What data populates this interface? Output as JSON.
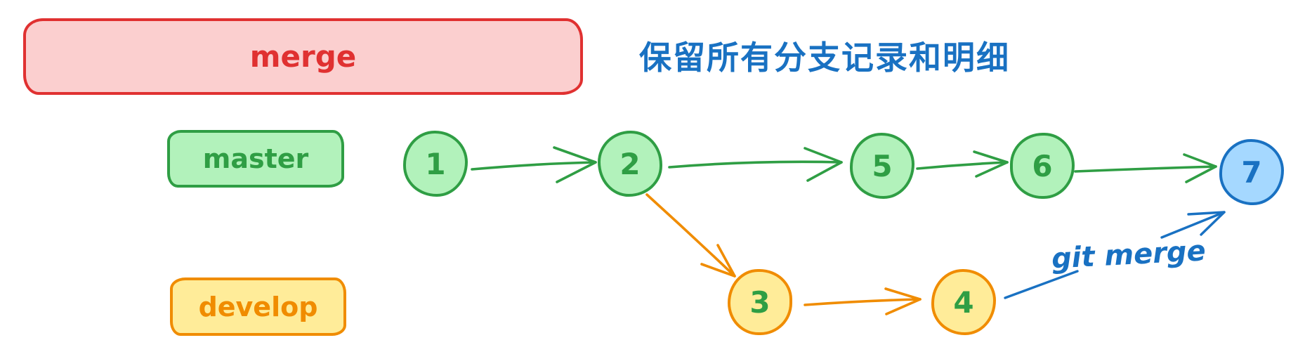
{
  "diagram": {
    "title": "merge",
    "annotation": "保留所有分支记录和明细",
    "branch_labels": {
      "master": "master",
      "develop": "develop"
    },
    "nodes": [
      {
        "label": "1",
        "branch": "master"
      },
      {
        "label": "2",
        "branch": "master"
      },
      {
        "label": "5",
        "branch": "master"
      },
      {
        "label": "6",
        "branch": "master"
      },
      {
        "label": "7",
        "branch": "merge-commit"
      },
      {
        "label": "3",
        "branch": "develop"
      },
      {
        "label": "4",
        "branch": "develop"
      }
    ],
    "edges": [
      {
        "from": "1",
        "to": "2",
        "color": "green"
      },
      {
        "from": "2",
        "to": "5",
        "color": "green"
      },
      {
        "from": "5",
        "to": "6",
        "color": "green"
      },
      {
        "from": "6",
        "to": "7",
        "color": "green"
      },
      {
        "from": "2",
        "to": "3",
        "color": "orange"
      },
      {
        "from": "3",
        "to": "4",
        "color": "orange"
      },
      {
        "from": "4",
        "to": "7",
        "color": "blue",
        "label": "git merge"
      }
    ],
    "merge_edge_label": "git merge"
  },
  "colors": {
    "red_stroke": "#e03131",
    "red_fill": "#fbcfcf",
    "green_stroke": "#2f9e44",
    "green_fill": "#b2f2bb",
    "orange_stroke": "#f08c00",
    "orange_fill": "#ffec99",
    "blue_stroke": "#1971c2",
    "blue_fill": "#a5d8ff",
    "annotation_text": "#1971c2"
  }
}
